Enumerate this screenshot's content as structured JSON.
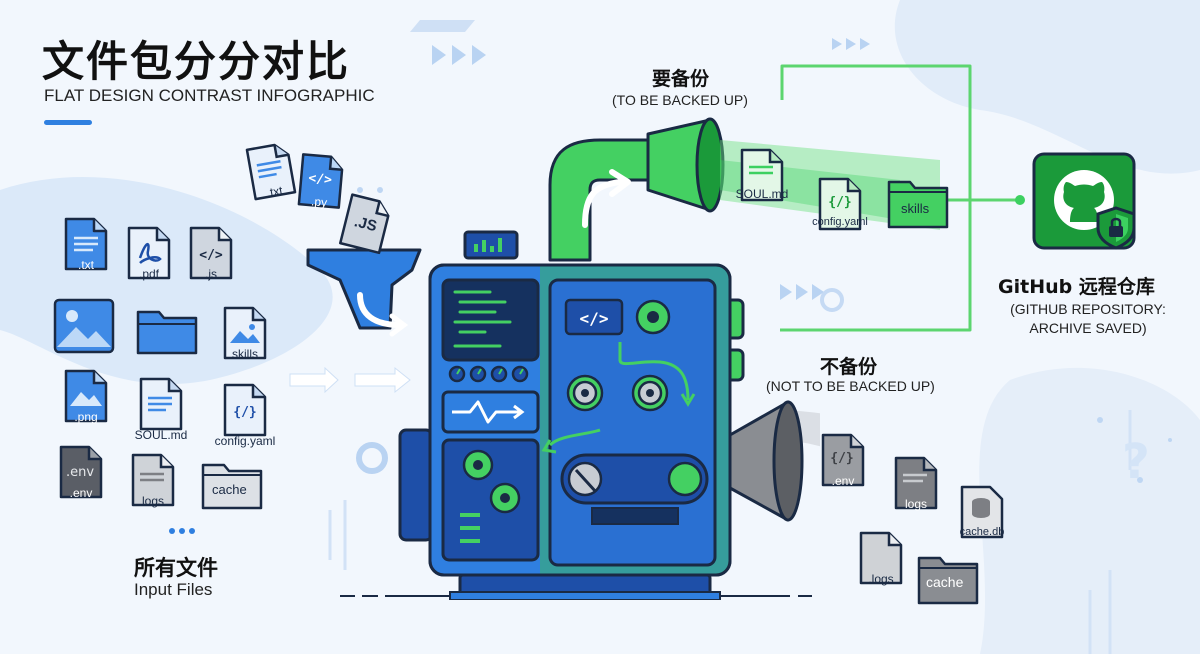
{
  "header": {
    "title": "文件包分分对比",
    "subtitle": "FLAT DESIGN CONTRAST INFOGRAPHIC"
  },
  "input": {
    "label_cn": "所有文件",
    "label_en": "Input Files",
    "files": [
      ".txt",
      ".pdf",
      ".js",
      "skills",
      ".png",
      "SOUL.md",
      "config.yaml",
      ".env",
      "logs",
      "cache"
    ],
    "funnel_files": [
      ".txt",
      ".py",
      ".JS"
    ]
  },
  "backup": {
    "label_cn": "要备份",
    "label_en": "(TO BE BACKED UP)",
    "files": [
      "SOUL.md",
      "config.yaml",
      "skills"
    ]
  },
  "no_backup": {
    "label_cn": "不备份",
    "label_en": "(NOT TO BE BACKED UP)",
    "files": [
      ".env",
      "logs",
      "cache.db",
      ".logs",
      "cache"
    ]
  },
  "github": {
    "title": "GitHub 远程仓库",
    "subtitle_line1": "(GITHUB REPOSITORY:",
    "subtitle_line2": "ARCHIVE SAVED)"
  },
  "colors": {
    "blue": "#2f7fe0",
    "dark_blue": "#1e4fa8",
    "green": "#3cd060",
    "dark_green": "#1b9a3a",
    "gray": "#7d7f84",
    "navy": "#1a2a44"
  }
}
